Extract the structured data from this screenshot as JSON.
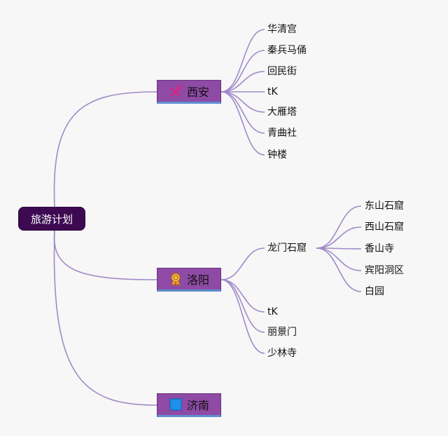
{
  "root": {
    "label": "旅游计划"
  },
  "branches": [
    {
      "label": "西安",
      "icon": "tools-icon",
      "children": [
        "华清宫",
        "秦兵马俑",
        "回民街",
        "tK",
        "大雁塔",
        "青曲社",
        "钟楼"
      ]
    },
    {
      "label": "洛阳",
      "icon": "award-ribbon-icon",
      "children": [
        "龙门石窟",
        "tK",
        "丽景门",
        "少林寺"
      ],
      "sub": {
        "parent": "龙门石窟",
        "children": [
          "东山石窟",
          "西山石窟",
          "香山寺",
          "宾阳洞区",
          "白园"
        ]
      }
    },
    {
      "label": "济南",
      "icon": "blue-square-icon",
      "children": []
    }
  ],
  "colors": {
    "connector": "#a08ac8",
    "root_fill": "#3d0a52",
    "branch_fill": "#8e4aa4",
    "background": "#f7f7f7"
  }
}
